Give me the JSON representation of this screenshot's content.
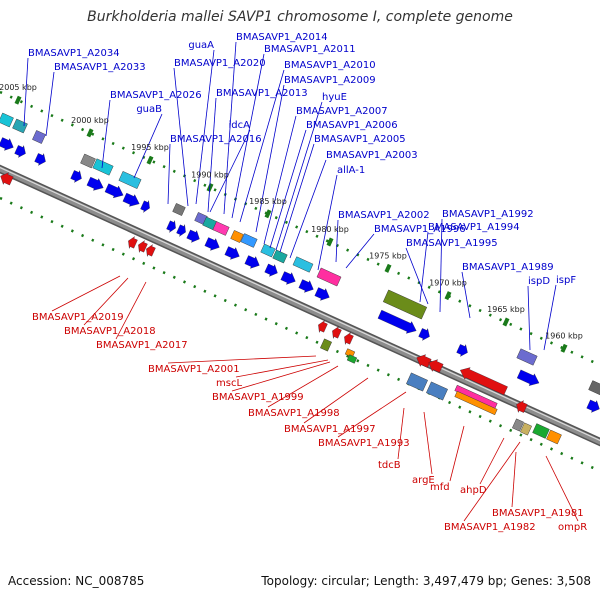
{
  "title": "Burkholderia mallei SAVP1 chromosome I, complete genome",
  "footer": {
    "accession": "Accession: NC_008785",
    "topology": "Topology: circular; Length: 3,497,479 bp; Genes: 3,508"
  },
  "colors": {
    "forward_label": "#0000cc",
    "reverse_label": "#cc0000",
    "tick_dots": "#1a7a1a",
    "backbone": "#8c8c8c"
  },
  "ticks": [
    "2005 kbp",
    "2000 kbp",
    "1995 kbp",
    "1990 kbp",
    "1985 kbp",
    "1980 kbp",
    "1975 kbp",
    "1970 kbp",
    "1965 kbp",
    "1960 kbp"
  ],
  "forward_genes": [
    "BMASAVP1_A2034",
    "BMASAVP1_A2033",
    "guaA",
    "BMASAVP1_A2014",
    "BMASAVP1_A2011",
    "BMASAVP1_A2020",
    "BMASAVP1_A2010",
    "BMASAVP1_A2009",
    "BMASAVP1_A2026",
    "BMASAVP1_A2013",
    "hyuE",
    "guaB",
    "BMASAVP1_A2007",
    "idcA",
    "BMASAVP1_A2006",
    "BMASAVP1_A2016",
    "BMASAVP1_A2005",
    "BMASAVP1_A2003",
    "allA-1",
    "BMASAVP1_A1994",
    "BMASAVP1_A2002",
    "BMASAVP1_A1992",
    "BMASAVP1_A1996",
    "BMASAVP1_A1995",
    "BMASAVP1_A1989",
    "ispD",
    "ispF"
  ],
  "reverse_genes": [
    "BMASAVP1_A2019",
    "BMASAVP1_A2018",
    "BMASAVP1_A2017",
    "BMASAVP1_A2001",
    "mscL",
    "BMASAVP1_A1999",
    "BMASAVP1_A1998",
    "BMASAVP1_A1997",
    "BMASAVP1_A1993",
    "tdcB",
    "argE",
    "mfd",
    "ahpD",
    "BMASAVP1_A1981",
    "BMASAVP1_A1982",
    "ompR"
  ]
}
